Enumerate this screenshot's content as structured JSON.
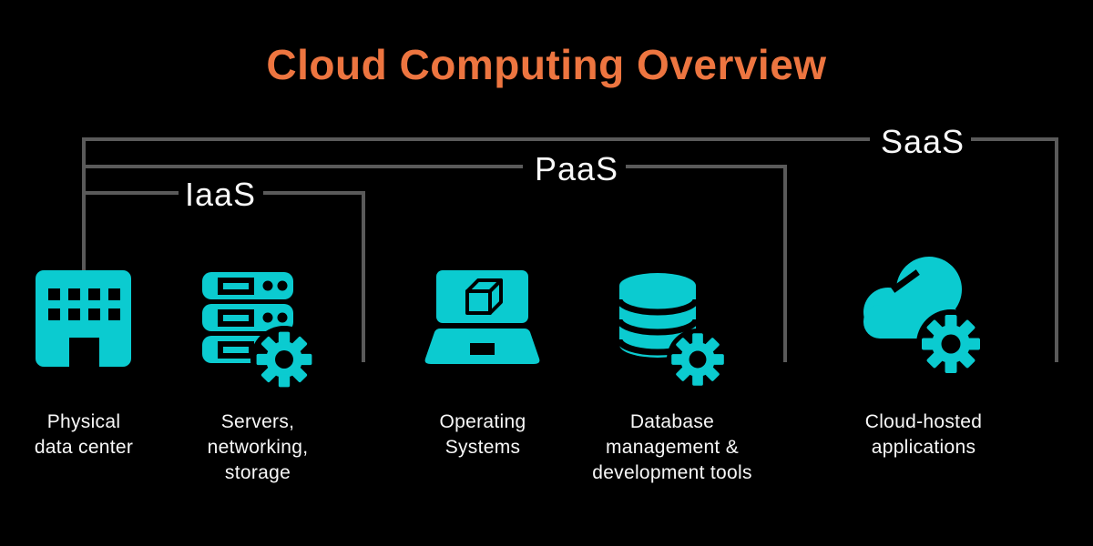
{
  "title": "Cloud Computing Overview",
  "colors": {
    "background": "#000000",
    "accent_orange": "#ED7540",
    "icon_teal": "#0BCBD0",
    "line_gray": "#5A5A5A",
    "text_white": "#F8F8F8"
  },
  "brackets": [
    {
      "id": "iaas",
      "label": "IaaS"
    },
    {
      "id": "paas",
      "label": "PaaS"
    },
    {
      "id": "saas",
      "label": "SaaS"
    }
  ],
  "items": [
    {
      "icon": "building-icon",
      "lines": [
        "Physical",
        "data center"
      ]
    },
    {
      "icon": "server-stack-gear-icon",
      "lines": [
        "Servers,",
        "networking,",
        "storage"
      ]
    },
    {
      "icon": "laptop-cube-icon",
      "lines": [
        "Operating",
        "Systems"
      ]
    },
    {
      "icon": "database-gear-icon",
      "lines": [
        "Database",
        "management &",
        "development tools"
      ]
    },
    {
      "icon": "cloud-gear-icon",
      "lines": [
        "Cloud-hosted",
        "applications"
      ]
    }
  ]
}
